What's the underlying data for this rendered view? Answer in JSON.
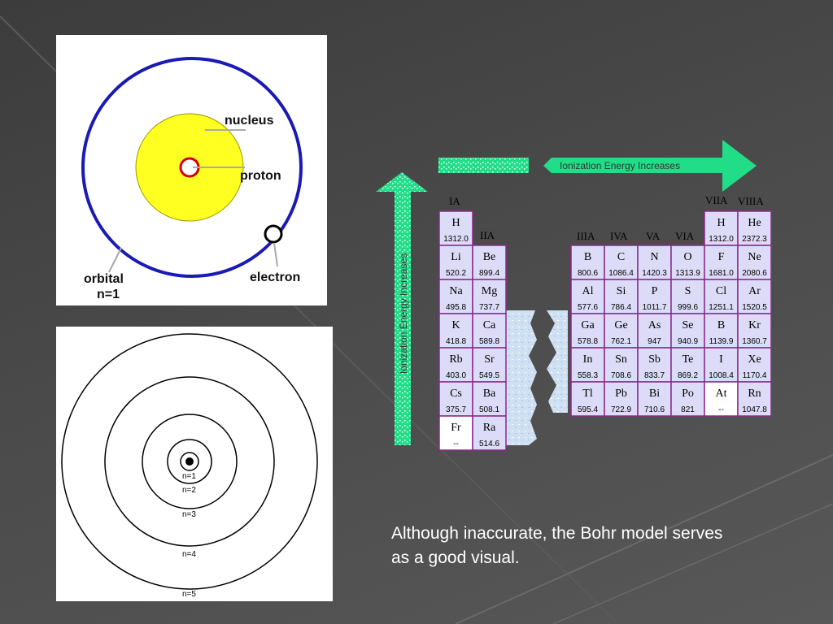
{
  "diagram1": {
    "labels": {
      "nucleus": "nucleus",
      "proton": "proton",
      "electron": "electron",
      "orbital": "orbital",
      "n1": "n=1"
    },
    "colors": {
      "orbit": "#1a1ab4",
      "nucleus": "#ffff22",
      "proton": "#d40000"
    }
  },
  "diagram2": {
    "shell_labels": [
      "n=1",
      "n=2",
      "n=3",
      "n=4",
      "n=5"
    ]
  },
  "periodic_table": {
    "horizontal_arrow_label": "Ionization Energy Increases",
    "vertical_arrow_label": "Ionization Energy Increases",
    "group_headers": {
      "IA": "IA",
      "IIA": "IIA",
      "IIIA": "IIIA",
      "IVA": "IVA",
      "VA": "VA",
      "VIA": "VIA",
      "VIIA": "VIIA",
      "VIIIA": "VIIIA"
    },
    "left_block": [
      [
        "H",
        "1312.0"
      ],
      [
        "Li",
        "520.2"
      ],
      [
        "Be",
        "899.4"
      ],
      [
        "Na",
        "495.8"
      ],
      [
        "Mg",
        "737.7"
      ],
      [
        "K",
        "418.8"
      ],
      [
        "Ca",
        "589.8"
      ],
      [
        "Rb",
        "403.0"
      ],
      [
        "Sr",
        "549.5"
      ],
      [
        "Cs",
        "375.7"
      ],
      [
        "Ba",
        "508.1"
      ],
      [
        "Fr",
        "--"
      ],
      [
        "Ra",
        "514.6"
      ]
    ],
    "right_block": [
      [
        "H",
        "1312.0"
      ],
      [
        "He",
        "2372.3"
      ],
      [
        "B",
        "800.6"
      ],
      [
        "C",
        "1086.4"
      ],
      [
        "N",
        "1420.3"
      ],
      [
        "O",
        "1313.9"
      ],
      [
        "F",
        "1681.0"
      ],
      [
        "Ne",
        "2080.6"
      ],
      [
        "Al",
        "577.6"
      ],
      [
        "Si",
        "786.4"
      ],
      [
        "P",
        "1011.7"
      ],
      [
        "S",
        "999.6"
      ],
      [
        "Cl",
        "1251.1"
      ],
      [
        "Ar",
        "1520.5"
      ],
      [
        "Ga",
        "578.8"
      ],
      [
        "Ge",
        "762.1"
      ],
      [
        "As",
        "947"
      ],
      [
        "Se",
        "940.9"
      ],
      [
        "B",
        "1139.9"
      ],
      [
        "Kr",
        "1360.7"
      ],
      [
        "In",
        "558.3"
      ],
      [
        "Sn",
        "708.6"
      ],
      [
        "Sb",
        "833.7"
      ],
      [
        "Te",
        "869.2"
      ],
      [
        "I",
        "1008.4"
      ],
      [
        "Xe",
        "1170.4"
      ],
      [
        "Tl",
        "595.4"
      ],
      [
        "Pb",
        "722.9"
      ],
      [
        "Bi",
        "710.6"
      ],
      [
        "Po",
        "821"
      ],
      [
        "At",
        "--"
      ],
      [
        "Rn",
        "1047.8"
      ]
    ],
    "colors": {
      "cell_fill": "#dcdcf8",
      "cell_border": "#8a2a8a",
      "arrow": "#22dd88"
    }
  },
  "caption": "Although inaccurate, the Bohr model serves as a good visual."
}
